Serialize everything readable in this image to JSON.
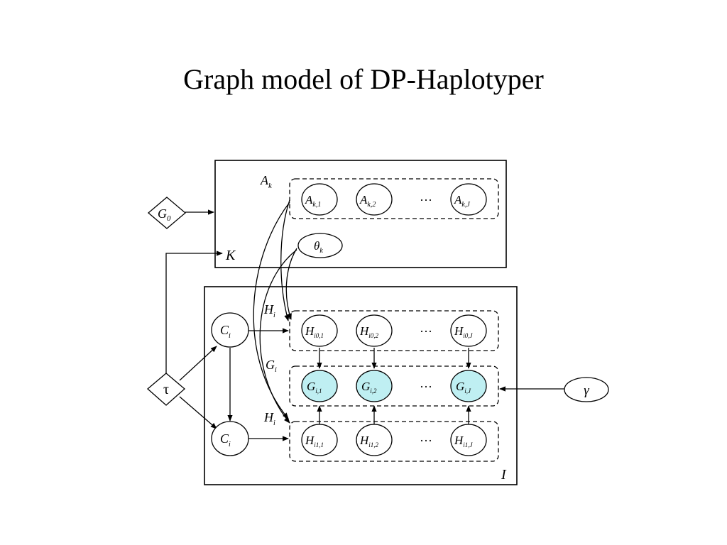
{
  "title": "Graph model of DP-Haplotyper",
  "colors": {
    "observed_node_fill": "#bfeff2",
    "line": "#000000"
  },
  "labels": {
    "g0": "G",
    "g0_sub": "0",
    "tau": "τ",
    "gamma": "γ",
    "theta": "θ",
    "theta_sub": "k",
    "plate_k": "K",
    "plate_i": "I",
    "a_group": "A",
    "a_group_sub": "k",
    "h0_group": "H",
    "h0_group_sub": "i",
    "g_group": "G",
    "g_group_sub": "i",
    "h1_group": "H",
    "h1_group_sub": "i",
    "c0": "C",
    "c0_sub": "i",
    "c1": "C",
    "c1_sub": "i",
    "a_nodes": [
      {
        "main": "A",
        "sub": "k,1"
      },
      {
        "main": "A",
        "sub": "k,2"
      },
      {
        "main": "A",
        "sub": "k,J"
      }
    ],
    "h0_nodes": [
      {
        "main": "H",
        "sub": "i0,1"
      },
      {
        "main": "H",
        "sub": "i0,2"
      },
      {
        "main": "H",
        "sub": "i0,J"
      }
    ],
    "g_nodes": [
      {
        "main": "G",
        "sub": "i,1"
      },
      {
        "main": "G",
        "sub": "i,2"
      },
      {
        "main": "G",
        "sub": "i,J"
      }
    ],
    "h1_nodes": [
      {
        "main": "H",
        "sub": "i1,1"
      },
      {
        "main": "H",
        "sub": "i1,2"
      },
      {
        "main": "H",
        "sub": "i1,J"
      }
    ],
    "ellipsis": "···"
  }
}
